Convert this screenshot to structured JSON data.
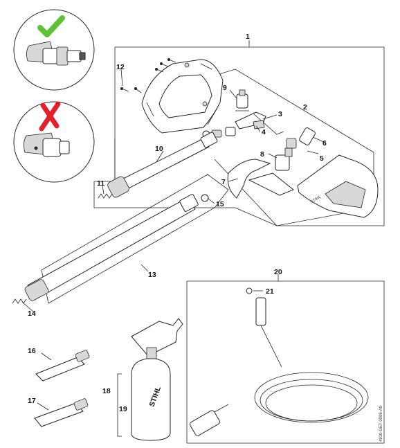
{
  "callouts": {
    "c1": "1",
    "c2": "2",
    "c3": "3",
    "c4": "4",
    "c5": "5",
    "c6": "6",
    "c7": "7",
    "c8": "8",
    "c9": "9",
    "c10": "10",
    "c11": "11",
    "c12": "12",
    "c13": "13",
    "c14": "14",
    "c15": "15",
    "c16": "16",
    "c17": "17",
    "c18": "18",
    "c19": "19",
    "c20": "20",
    "c21": "21"
  },
  "bottle_brand": "STIHL",
  "gun_brand": "STIHL",
  "doc_code": "4910-GET-0096-A0",
  "indicators": {
    "correct_icon": "check-icon",
    "correct_color": "#5fc13a",
    "incorrect_icon": "cross-icon",
    "incorrect_color": "#e0202a"
  }
}
